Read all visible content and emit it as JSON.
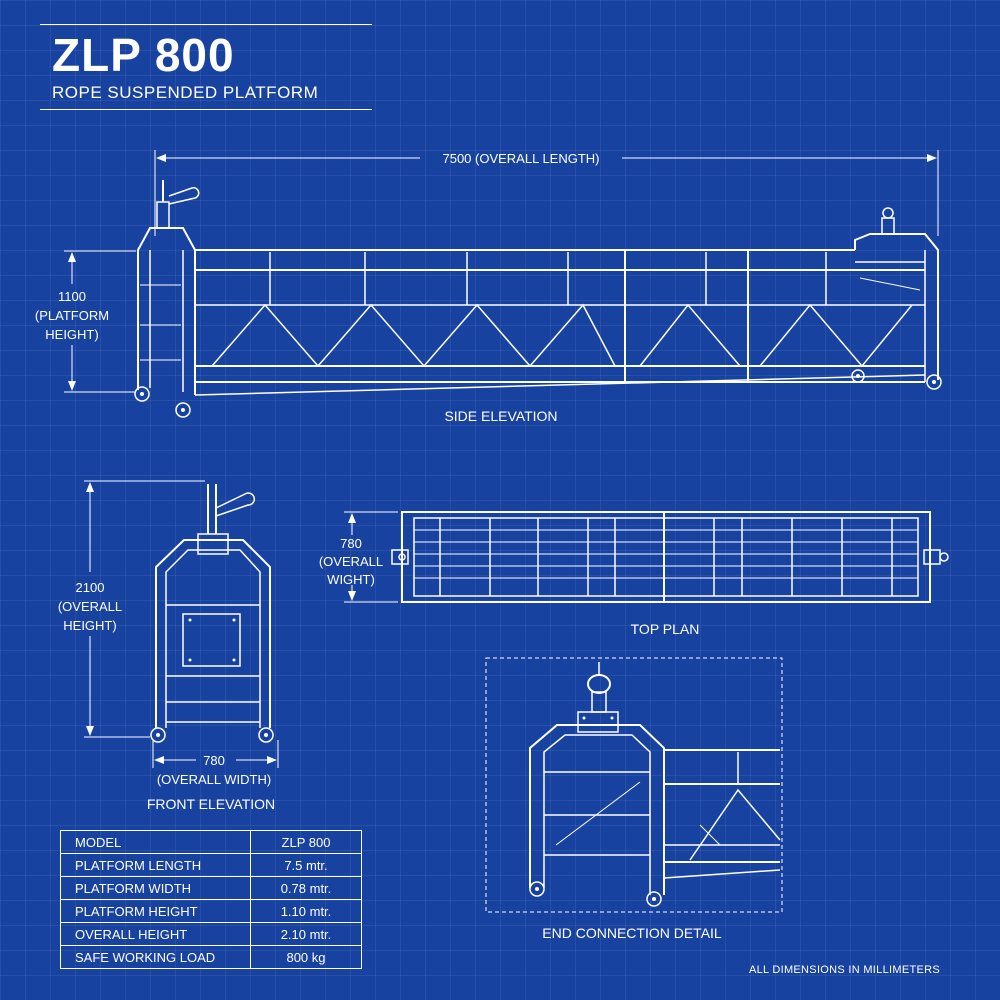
{
  "title": {
    "main": "ZLP 800",
    "subtitle": "ROPE SUSPENDED PLATFORM"
  },
  "views": {
    "side": {
      "label": "SIDE ELEVATION",
      "length_dim": "7500 (OVERALL LENGTH)",
      "height_dim": [
        "1100",
        "(PLATFORM",
        "HEIGHT)"
      ]
    },
    "front": {
      "label": "FRONT ELEVATION",
      "height_dim": [
        "2100",
        "(OVERALL",
        "HEIGHT)"
      ],
      "width_dim": [
        "780",
        "(OVERALL WIDTH)"
      ]
    },
    "top": {
      "label": "TOP PLAN",
      "width_dim": [
        "780",
        "(OVERALL",
        "WIGHT)"
      ]
    },
    "detail": {
      "label": "END CONNECTION DETAIL"
    }
  },
  "specs": [
    {
      "label": "MODEL",
      "value": "ZLP 800"
    },
    {
      "label": "PLATFORM LENGTH",
      "value": "7.5 mtr."
    },
    {
      "label": "PLATFORM WIDTH",
      "value": "0.78 mtr."
    },
    {
      "label": "PLATFORM HEIGHT",
      "value": "1.10 mtr."
    },
    {
      "label": "OVERALL HEIGHT",
      "value": "2.10 mtr."
    },
    {
      "label": "SAFE WORKING LOAD",
      "value": "800 kg"
    }
  ],
  "note": "ALL DIMENSIONS IN MILLIMETERS",
  "colors": {
    "background": "#1742a0",
    "lines": "#ffffff"
  }
}
